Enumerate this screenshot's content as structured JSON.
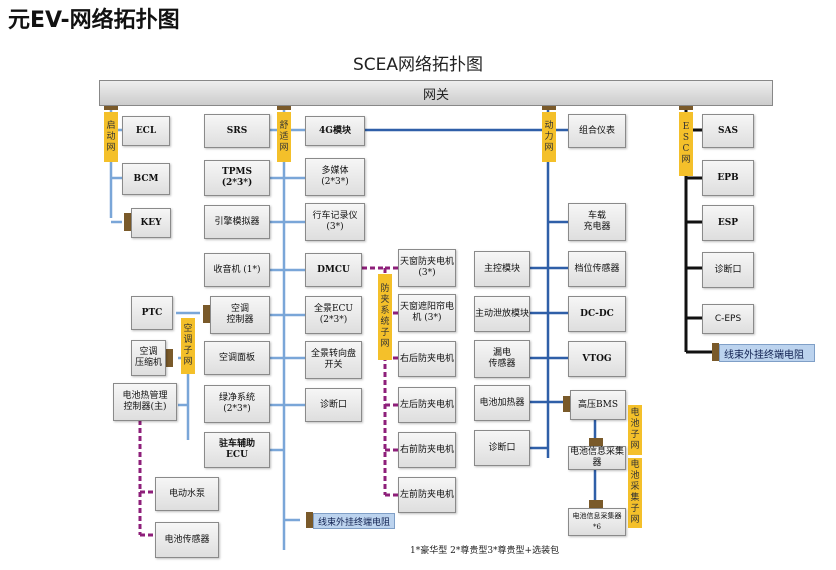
{
  "page_title": "元EV-网络拓扑图",
  "diagram_title": "SCEA网络拓扑图",
  "gateway": "网关",
  "buses": {
    "qidong": "启\n动\n网",
    "shushi": "舒\n适\n网",
    "dongli": "动\n力\n网",
    "esc": "E\nS\nC\n网",
    "kongtiao": "空\n调\n子\n网",
    "fangjia": "防\n夹\n系\n统\n子\n网",
    "dianchi": "电\n池\n子\n网",
    "caiji": "电\n池\n采\n集\n子\n网"
  },
  "nodes": {
    "ecl": "ECL",
    "bcm": "BCM",
    "key": "KEY",
    "ptc": "PTC",
    "compressor": "空调\n压缩机",
    "bms_thermal": "电池热管理\n控制器(主)",
    "pump": "电动水泵",
    "battery_sensor": "电池传感器",
    "srs": "SRS",
    "tpms": "TPMS\n(2*3*)",
    "engine_sim": "引擎模拟器",
    "radio": "收音机 (1*)",
    "ac_controller": "空调\n控制器",
    "ac_panel": "空调面板",
    "purifier": "绿净系统\n(2*3*)",
    "parking": "驻车辅助\nECU",
    "m4g": "4G模块",
    "multimedia": "多媒体\n(2*3*)",
    "dvr": "行车记录仪\n(3*)",
    "dmcu": "DMCU",
    "panorama": "全景ECU\n(2*3*)",
    "steering_switch": "全景转向盘\n开关",
    "diag_comfort": "诊断口",
    "sunroof_motor": "天窗防夹电机\n(3*)",
    "shade_motor": "天窗遮阳帘电\n机 (3*)",
    "rr_motor": "右后防夹电机",
    "lr_motor": "左后防夹电机",
    "rf_motor": "右前防夹电机",
    "lf_motor": "左前防夹电机",
    "cluster": "组合仪表",
    "charger": "车载\n充电器",
    "main_ctrl": "主控模块",
    "gear_sensor": "档位传感器",
    "discharge": "主动泄放模块",
    "dcdc": "DC-DC",
    "leak_sensor": "漏电\n传感器",
    "vtog": "VTOG",
    "heater": "电池加热器",
    "hv_bms": "高压BMS",
    "diag_power": "诊断口",
    "info_collector": "电池信息采集器",
    "info_collector6": "电池信息采集器*6",
    "sas": "SAS",
    "epb": "EPB",
    "esp": "ESP",
    "diag_esc": "诊断口",
    "ceps": "C-EPS"
  },
  "terminals": {
    "comfort": "线束外挂终端电阻",
    "esc": "线束外挂终端电阻"
  },
  "footnote": "1*豪华型 2*尊贵型3*尊贵型+选装包",
  "colors": {
    "comfort_bus": "#7aa6d8",
    "power_bus": "#2f5fa8",
    "esc_bus": "#111111",
    "antipinch_bus": "#8e1f7a",
    "bus_label": "#f4c02a",
    "terminal": "#bcd3ee"
  }
}
